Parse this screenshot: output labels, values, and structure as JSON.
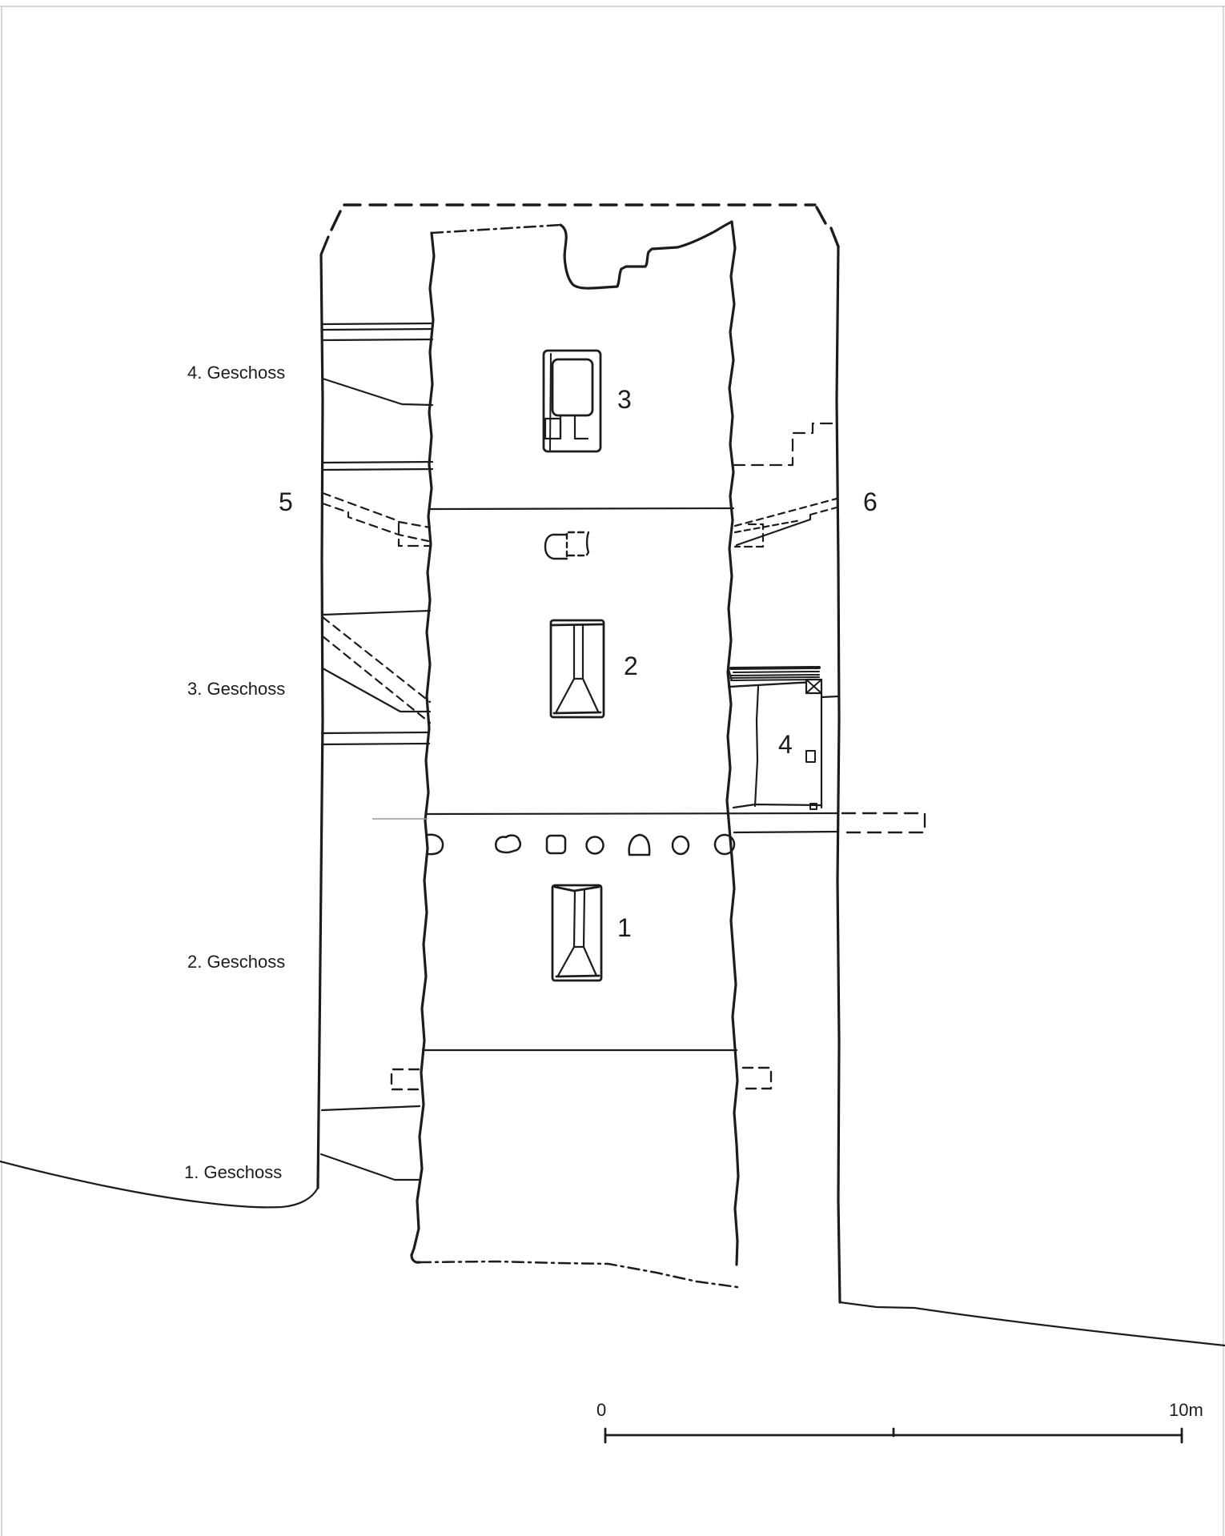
{
  "page": {
    "background": "#ffffff",
    "line_color": "#1c1c1c",
    "faint_line_color": "#9a9a9a",
    "drawing_type": "building section elevation (tower)"
  },
  "drawing": {
    "floor_labels": [
      {
        "id": "4",
        "label": "4. Geschoss"
      },
      {
        "id": "3",
        "label": "3. Geschoss"
      },
      {
        "id": "2",
        "label": "2. Geschoss"
      },
      {
        "id": "1",
        "label": "1. Geschoss"
      }
    ],
    "feature_markers": [
      {
        "id": "1",
        "label": "1"
      },
      {
        "id": "2",
        "label": "2"
      },
      {
        "id": "3",
        "label": "3"
      },
      {
        "id": "4",
        "label": "4"
      },
      {
        "id": "5",
        "label": "5"
      },
      {
        "id": "6",
        "label": "6"
      }
    ],
    "scale_bar": {
      "zero_label": "0",
      "max_label": "10m"
    }
  }
}
